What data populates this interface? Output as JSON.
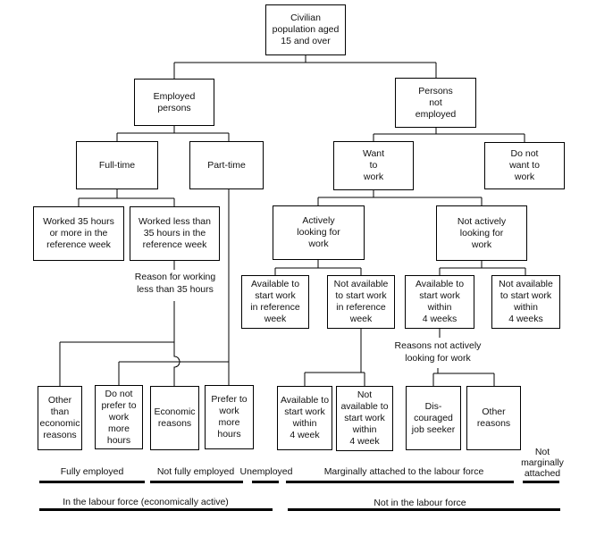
{
  "colors": {
    "line": "#000000",
    "text": "#111111",
    "background": "#ffffff"
  },
  "nodes": {
    "civilian": "Civilian\npopulation aged\n15 and over",
    "employed": "Employed\npersons",
    "not_employed": "Persons\nnot\nemployed",
    "full_time": "Full-time",
    "part_time": "Part-time",
    "want_to_work": "Want\nto\nwork",
    "do_not_want_to_work": "Do not\nwant to\nwork",
    "worked_35_or_more": "Worked 35 hours\nor more in the\nreference week",
    "worked_less_35": "Worked less than\n35 hours in the\nreference week",
    "actively_looking": "Actively\nlooking for\nwork",
    "not_actively_looking": "Not actively\nlooking for\nwork",
    "available_ref_week": "Available to\nstart work\nin reference\nweek",
    "not_available_ref_week": "Not available\nto start work\nin reference\nweek",
    "available_4_weeks": "Available to\nstart work\nwithin\n4 weeks",
    "not_available_4_weeks": "Not available\nto start work\nwithin\n4 weeks",
    "other_than_economic": "Other\nthan\neconomic\nreasons",
    "do_not_prefer_more_hours": "Do not\nprefer to\nwork\nmore\nhours",
    "economic_reasons": "Economic\nreasons",
    "prefer_more_hours": "Prefer to\nwork\nmore\nhours",
    "available_4_week": "Available to\nstart work\nwithin\n4 week",
    "not_available_4_week": "Not\navailable to\nstart work\nwithin\n4 week",
    "discouraged_job_seeker": "Dis-\ncouraged\njob seeker",
    "other_reasons": "Other\nreasons"
  },
  "labels": {
    "reason_working_less": "Reason for working\nless than 35 hours",
    "reasons_not_actively": "Reasons not actively\nlooking for work"
  },
  "footer": {
    "fully_employed": "Fully employed",
    "not_fully_employed": "Not fully employed",
    "unemployed": "Unemployed",
    "marginally_attached": "Marginally attached to the labour force",
    "not_marginally_attached": "Not\nmarginally\nattached",
    "in_labour_force": "In the labour force (economically active)",
    "not_in_labour_force": "Not in the labour force"
  }
}
